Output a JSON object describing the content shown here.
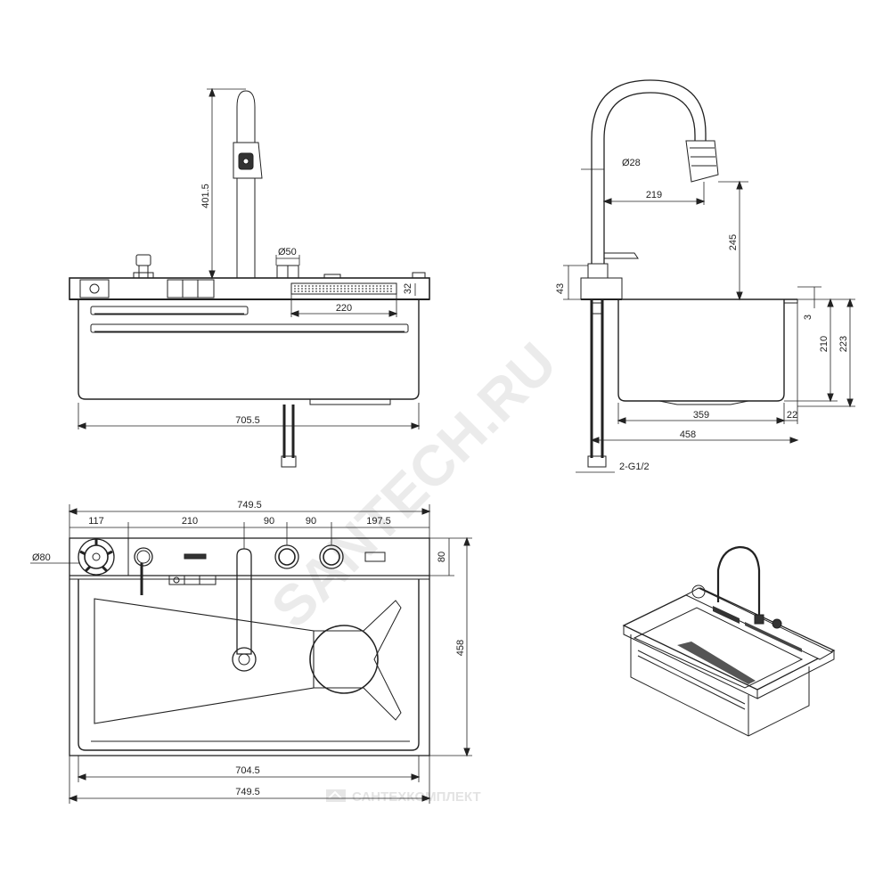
{
  "colors": {
    "line": "#222222",
    "watermark": "#e6e6e6"
  },
  "front_view": {
    "faucet_height": "401.5",
    "button_diameter": "Ø50",
    "panel_height": "32",
    "outlet_width": "220",
    "bowl_width": "705.5"
  },
  "side_view": {
    "spout_diameter": "Ø28",
    "spout_reach": "219",
    "spout_height": "245",
    "deck_height": "43",
    "rim_thickness": "3",
    "bowl_depth": "210",
    "total_depth": "223",
    "bowl_length": "359",
    "rim_offset": "22",
    "total_length": "458",
    "hose_thread": "2-G1/2"
  },
  "top_view": {
    "overall_width": "749.5",
    "seg_1": "117",
    "seg_2": "210",
    "seg_3": "90",
    "seg_4": "90",
    "seg_5": "197.5",
    "cup_rinser_diameter": "Ø80",
    "deck_depth": "80",
    "overall_depth": "458",
    "bowl_width": "704.5",
    "bottom_width": "749.5"
  },
  "watermark": {
    "brand": "SANTECH.RU",
    "footer": "САНТЕХКОМПЛЕКТ"
  }
}
